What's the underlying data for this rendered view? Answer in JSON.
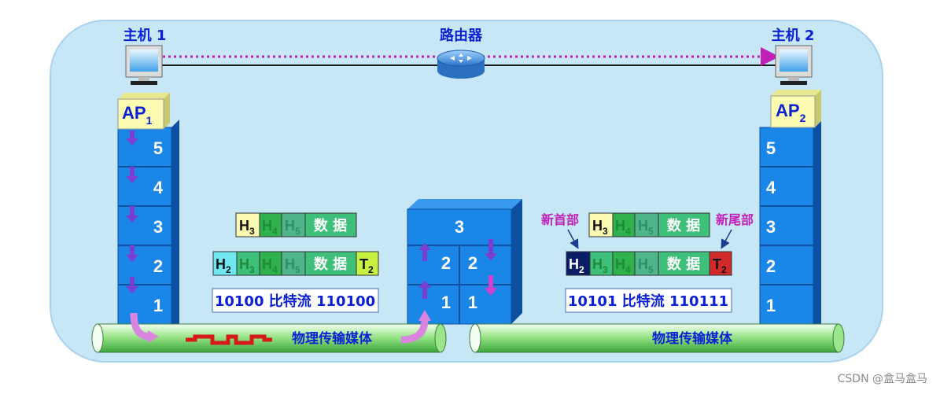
{
  "hosts": {
    "host1": {
      "label": "主机 1",
      "ap_main": "AP",
      "ap_sub": "1"
    },
    "host2": {
      "label": "主机 2",
      "ap_main": "AP",
      "ap_sub": "2"
    }
  },
  "router": {
    "label": "路由器"
  },
  "layers": [
    "5",
    "4",
    "3",
    "2",
    "1"
  ],
  "router_stack": {
    "top": "3",
    "mid_left": "2",
    "mid_right": "2",
    "bot_left": "1",
    "bot_right": "1"
  },
  "left_frames": {
    "l3": {
      "h3": "H",
      "h3_sub": "3",
      "h4": "H",
      "h4_sub": "4",
      "h5": "H",
      "h5_sub": "5",
      "data": "数 据"
    },
    "l2": {
      "h2": "H",
      "h2_sub": "2",
      "h3": "H",
      "h3_sub": "3",
      "h4": "H",
      "h4_sub": "4",
      "h5": "H",
      "h5_sub": "5",
      "data": "数 据",
      "t2": "T",
      "t2_sub": "2"
    },
    "bits": "10100 比特流 110100"
  },
  "right_frames": {
    "new_header": "新首部",
    "new_trailer": "新尾部",
    "l3": {
      "h3": "H",
      "h3_sub": "3",
      "h4": "H",
      "h4_sub": "4",
      "h5": "H",
      "h5_sub": "5",
      "data": "数 据"
    },
    "l2": {
      "h2": "H",
      "h2_sub": "2",
      "h3": "H",
      "h3_sub": "3",
      "h4": "H",
      "h4_sub": "4",
      "h5": "H",
      "h5_sub": "5",
      "data": "数 据",
      "t2": "T",
      "t2_sub": "2"
    },
    "bits": "10101 比特流 110111"
  },
  "media": {
    "left": "物理传输媒体",
    "right": "物理传输媒体"
  },
  "watermark": "CSDN @盒马盒马",
  "colors": {
    "background": "#c7e7f7",
    "layer_blue": "#1a86e8",
    "ap_yellow": "#fafab0",
    "header_green": "#2fb24c",
    "arrow_purple": "#7a3fd0",
    "pink_arrow": "#d33fd0",
    "new_header_dark": "#0b1d66",
    "new_trailer_red": "#d22a2a",
    "label_blue": "#0a1fd6",
    "label_magenta": "#c01fb8"
  }
}
